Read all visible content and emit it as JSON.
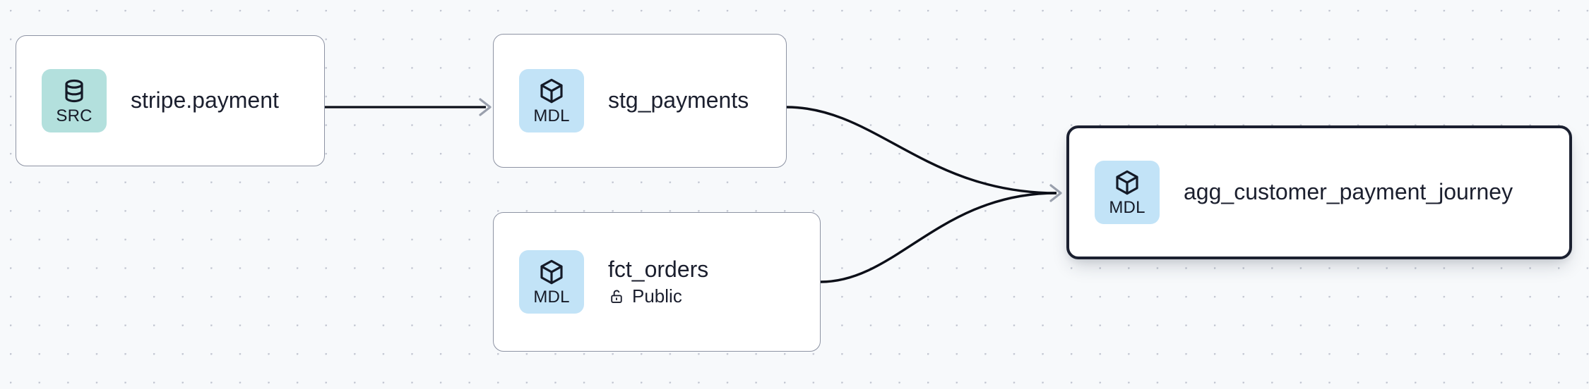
{
  "graph": {
    "background": "#f7f9fb",
    "grid_dot_color": "#c3c7d2",
    "edge_color": "#0c0f18",
    "arrow_color": "#9aa0ad",
    "selected_border_color": "#1b2030",
    "node_border_color": "#8d93a3",
    "badge_src_color": "#b3e0dd",
    "badge_mdl_color": "#c2e3f7",
    "text_color": "#1b1f2e"
  },
  "nodes": [
    {
      "id": "stripe-payment",
      "title": "stripe.payment",
      "badge_label": "SRC",
      "badge_kind": "src",
      "icon": "database-icon",
      "subtitle": null,
      "subtitle_icon": null,
      "selected": false
    },
    {
      "id": "stg-payments",
      "title": "stg_payments",
      "badge_label": "MDL",
      "badge_kind": "mdl",
      "icon": "cube-icon",
      "subtitle": null,
      "subtitle_icon": null,
      "selected": false
    },
    {
      "id": "fct-orders",
      "title": "fct_orders",
      "badge_label": "MDL",
      "badge_kind": "mdl",
      "icon": "cube-icon",
      "subtitle": "Public",
      "subtitle_icon": "unlock-icon",
      "selected": false
    },
    {
      "id": "agg-customer-payment-journey",
      "title": "agg_customer_payment_journey",
      "badge_label": "MDL",
      "badge_kind": "mdl",
      "icon": "cube-icon",
      "subtitle": null,
      "subtitle_icon": null,
      "selected": true
    }
  ],
  "edges": [
    {
      "id": "edge-stripe-to-stg",
      "from": "stripe-payment",
      "to": "stg-payments"
    },
    {
      "id": "edge-stg-to-agg",
      "from": "stg-payments",
      "to": "agg-customer-payment-journey"
    },
    {
      "id": "edge-fct-to-agg",
      "from": "fct-orders",
      "to": "agg-customer-payment-journey"
    }
  ]
}
